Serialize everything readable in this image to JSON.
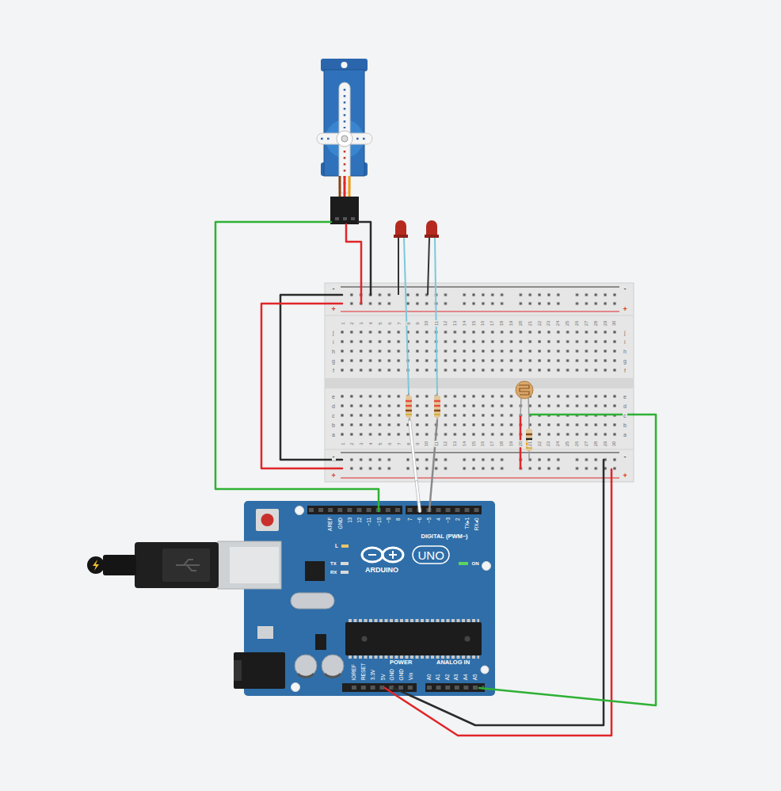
{
  "diagram": {
    "nodes": [
      {
        "text": [
          "-",
          "+",
          "-",
          "+",
          "1",
          "2",
          "3",
          "4",
          "5",
          "6",
          "7",
          "8",
          "9",
          "10",
          "11",
          "12",
          "13",
          "14",
          "15",
          "16",
          "17",
          "18",
          "19",
          "20",
          "21",
          "22",
          "23",
          "24",
          "25",
          "26",
          "27",
          "28",
          "29",
          "30",
          "j",
          "i",
          "h",
          "g",
          "f",
          "j",
          "i",
          "h",
          "g",
          "f",
          "e",
          "d",
          "c",
          "b",
          "a",
          "e",
          "d",
          "c",
          "b",
          "a",
          "1",
          "2",
          "3",
          "4",
          "5",
          "6",
          "7",
          "8",
          "9",
          "10",
          "11",
          "12",
          "13",
          "14",
          "15",
          "16",
          "17",
          "18",
          "19",
          "20",
          "21",
          "22",
          "23",
          "24",
          "25",
          "26",
          "27",
          "28",
          "29",
          "30",
          "-",
          "+",
          "-",
          "+"
        ]
      },
      {
        "text": [
          "AREF",
          "GND",
          "13",
          "12",
          "~11",
          "~10",
          "~9",
          "8",
          "7",
          "~6",
          "~5",
          "4",
          "~3",
          "2",
          "TX▸1",
          "RX◂0",
          "DIGITAL (PWM~)",
          "L",
          "TX",
          "RX",
          "ARDUINO",
          "UNO",
          "ON",
          "IOREF",
          "RESET",
          "3.3V",
          "5V",
          "GND",
          "GND",
          "Vin",
          "POWER",
          "ANALOG IN",
          "A0",
          "A1",
          "A2",
          "A3",
          "A4",
          "A5"
        ]
      }
    ],
    "edges": [
      {
        "from": 1,
        "to": 0,
        "arrow": "none"
      },
      {
        "from": 1,
        "to": 0,
        "arrow": "none"
      },
      {
        "from": 1,
        "to": 0,
        "arrow": "none"
      },
      {
        "from": 1,
        "to": 0,
        "arrow": "none"
      },
      {
        "from": 1,
        "to": 0,
        "arrow": "none"
      }
    ]
  }
}
